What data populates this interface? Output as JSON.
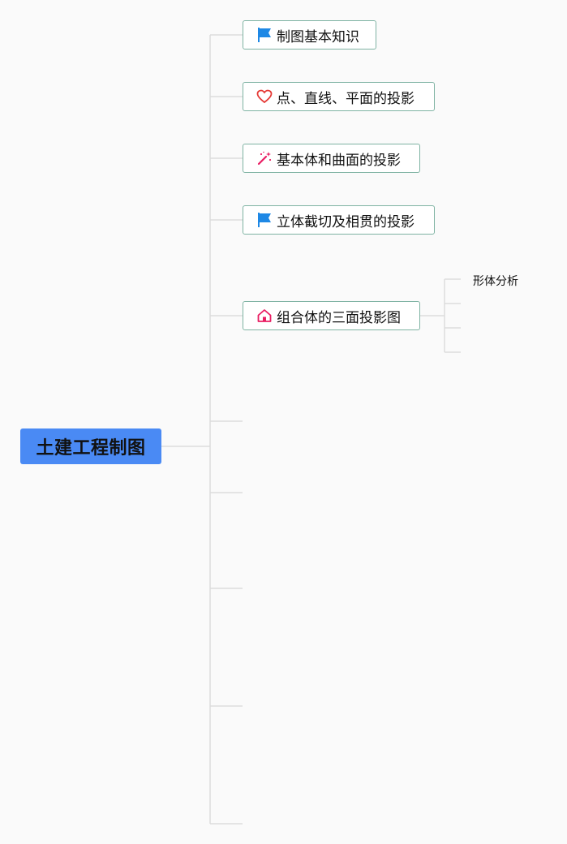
{
  "root": {
    "label": "土建工程制图"
  },
  "branches": [
    {
      "label": "制图基本知识",
      "icon": "flag-icon"
    },
    {
      "label": "点、直线、平面的投影",
      "icon": "heart-icon"
    },
    {
      "label": "基本体和曲面的投影",
      "icon": "magic-wand-icon"
    },
    {
      "label": "立体截切及相贯的投影",
      "icon": "flag-icon"
    },
    {
      "label": "组合体的三面投影图",
      "icon": "home-icon",
      "children": [
        {
          "label": "形体分析"
        }
      ]
    }
  ],
  "colors": {
    "background": "#fafafa",
    "root_fill": "#4a8af4",
    "node_border": "#7fb3a3",
    "connector": "#d9d9d9",
    "flag": "#1e88e5",
    "heart": "#e53935",
    "wand": "#e91e63",
    "home": "#e91e63"
  }
}
